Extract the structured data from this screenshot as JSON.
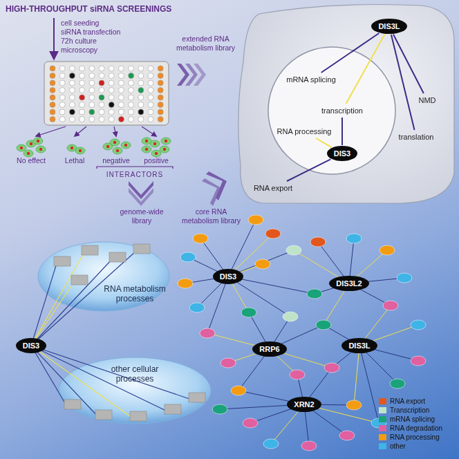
{
  "diagram": {
    "title": "HIGH-THROUGHPUT siRNA SCREENINGS",
    "nodes": [
      {
        "text": [
          "DIS3L"
        ]
      },
      {
        "text": [
          "mRNA splicing"
        ]
      },
      {
        "text": [
          "transcription"
        ]
      },
      {
        "text": [
          "RNA processing"
        ]
      },
      {
        "text": [
          "RNA export"
        ]
      },
      {
        "text": [
          "DIS3"
        ]
      },
      {
        "text": [
          "NMD"
        ]
      },
      {
        "text": [
          "translation"
        ]
      },
      {
        "text": [
          "RNA metabolism processes"
        ]
      },
      {
        "text": [
          "other cellular processes"
        ]
      },
      {
        "text": [
          "DIS3"
        ]
      },
      {
        "text": [
          "DIS3"
        ]
      },
      {
        "text": [
          "DIS3L2"
        ]
      },
      {
        "text": [
          "RRP6"
        ]
      },
      {
        "text": [
          "DIS3L"
        ]
      },
      {
        "text": [
          "XRN2"
        ]
      }
    ],
    "edges": [
      {
        "from": 0,
        "to": 1,
        "arrow": "none"
      },
      {
        "from": 0,
        "to": 2,
        "arrow": "none"
      },
      {
        "from": 0,
        "to": 6,
        "arrow": "none"
      },
      {
        "from": 0,
        "to": 7,
        "arrow": "none"
      },
      {
        "from": 5,
        "to": 2,
        "arrow": "none"
      },
      {
        "from": 5,
        "to": 3,
        "arrow": "none"
      },
      {
        "from": 5,
        "to": 4,
        "arrow": "none"
      }
    ],
    "labels": [
      "cell seeding",
      "siRNA transfection",
      "72h culture",
      "microscopy",
      "No effect",
      "Lethal",
      "negative",
      "positive",
      "INTERACTORS",
      "extended RNA metabolism library",
      "core RNA metabolism library",
      "genome-wide library"
    ],
    "legend": [
      {
        "text": "RNA export",
        "color": "#e2571e"
      },
      {
        "text": "Transcription",
        "color": "#bfe3c8"
      },
      {
        "text": "mRNA splicing",
        "color": "#1aa37a"
      },
      {
        "text": "RNA degradation",
        "color": "#e060a0"
      },
      {
        "text": "RNA processing",
        "color": "#f39c12"
      },
      {
        "text": "other",
        "color": "#3fb4e6"
      }
    ]
  }
}
